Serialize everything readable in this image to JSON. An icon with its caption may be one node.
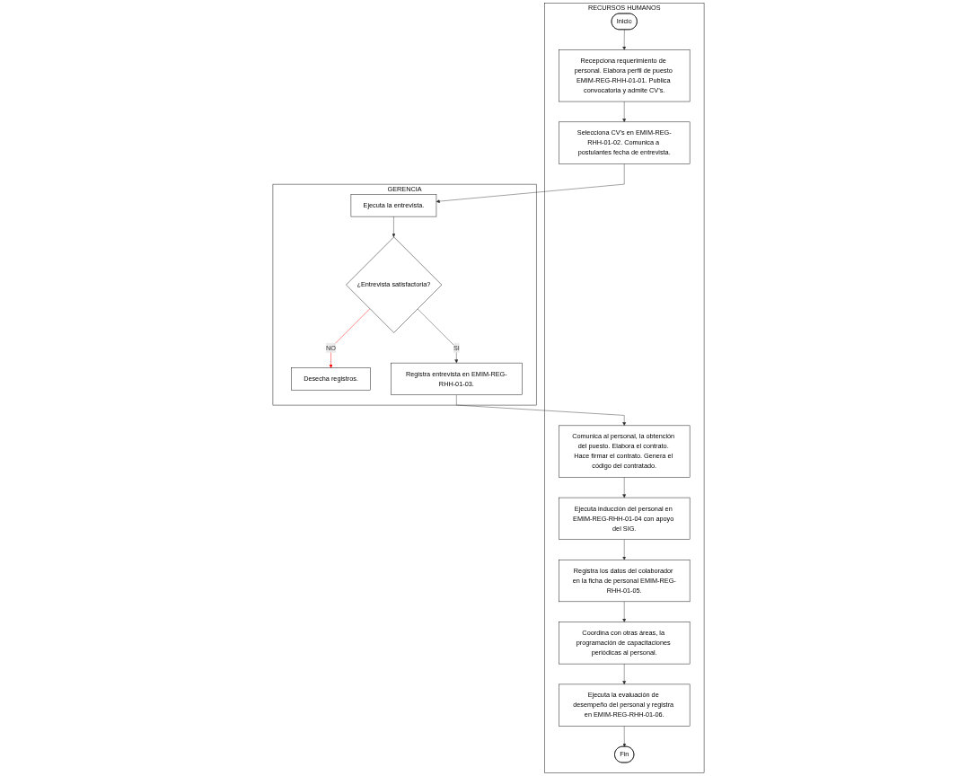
{
  "diagram": {
    "nodes": [
      {
        "text": [
          "RECURSOS HUMANOS"
        ]
      },
      {
        "text": [
          "Inicio"
        ],
        "in": 0
      },
      {
        "text": [
          "Recepciona requerimiento de personal. Elabora perfil de puesto EMIM-REG-RHH-01-01. Publica convocatoria y admite CV’s."
        ],
        "in": 0
      },
      {
        "text": [
          "Selecciona CV’s en EMIM-REG-RHH-01-02. Comunica a postulantes fecha de entrevista."
        ],
        "in": 0
      },
      {
        "text": [
          "Comunica al personal, la obtención del puesto. Elabora el contrato. Hace firmar el contrato. Genera el código del contratado."
        ],
        "in": 0
      },
      {
        "text": [
          "Ejecuta inducción del personal en EMIM-REG-RHH-01-04 con apoyo del SIG."
        ],
        "in": 0
      },
      {
        "text": [
          "Registra los datos del colaborador en la ficha de personal EMIM-REG-RHH-01-05."
        ],
        "in": 0
      },
      {
        "text": [
          "Coordina con otras áreas, la programación de capacitaciones periódicas al personal."
        ],
        "in": 0
      },
      {
        "text": [
          "Ejecuta la evaluación de desempeño del personal y registra en EMIM-REG-RHH-01-06."
        ],
        "in": 0
      },
      {
        "text": [
          "Fin"
        ],
        "in": 0
      },
      {
        "text": [
          "GERENCIA"
        ]
      },
      {
        "text": [
          "Ejecuta la entrevista."
        ],
        "in": 10
      },
      {
        "text": [
          "Desecha registros."
        ],
        "in": 10
      },
      {
        "text": [
          "¿Entrevista satisfactoria?"
        ],
        "in": 10
      },
      {
        "text": [
          "Registra entrevista en EMIM-REG-RHH-01-03."
        ],
        "in": 10
      }
    ],
    "edges": [
      {
        "from": 1,
        "to": 2,
        "arrow": "to"
      },
      {
        "from": 2,
        "to": 3,
        "arrow": "to"
      },
      {
        "from": 3,
        "to": 11,
        "arrow": "to"
      },
      {
        "from": 11,
        "to": 13,
        "arrow": "to"
      },
      {
        "from": 13,
        "to": 12,
        "arrow": "to",
        "label": "NO",
        "color": "#ff0000"
      },
      {
        "from": 13,
        "to": 14,
        "arrow": "to",
        "label": "SI"
      },
      {
        "from": 14,
        "to": 4,
        "arrow": "to"
      },
      {
        "from": 4,
        "to": 5,
        "arrow": "to"
      },
      {
        "from": 5,
        "to": 6,
        "arrow": "to"
      },
      {
        "from": 6,
        "to": 7,
        "arrow": "to"
      },
      {
        "from": 7,
        "to": 8,
        "arrow": "to"
      },
      {
        "from": 8,
        "to": 9,
        "arrow": "to"
      }
    ]
  }
}
